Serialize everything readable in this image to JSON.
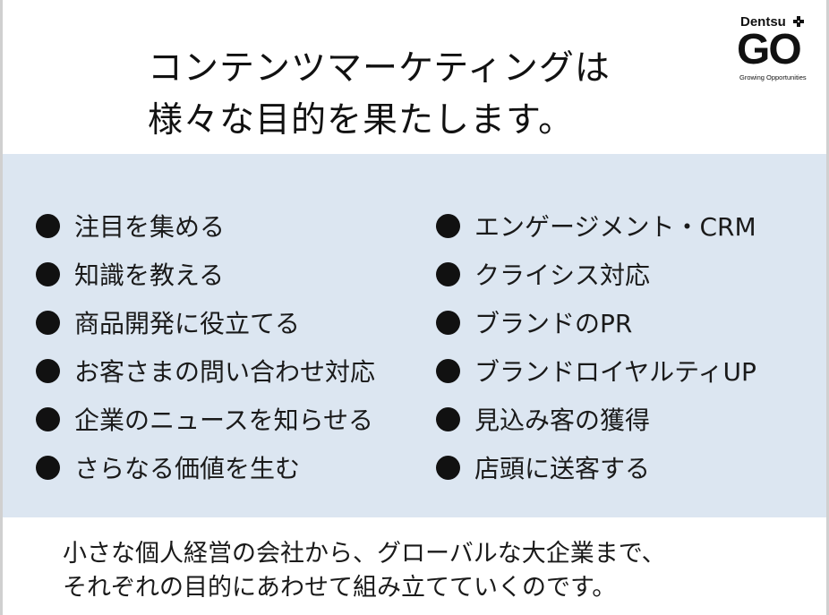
{
  "title": {
    "line1": "コンテンツマーケティングは",
    "line2": "様々な目的を果たします。"
  },
  "logo": {
    "brand": "Dentsu",
    "mark": "GO",
    "tagline": "Growing Opportunities"
  },
  "purposes": {
    "left": [
      "注目を集める",
      "知識を教える",
      "商品開発に役立てる",
      "お客さまの問い合わせ対応",
      "企業のニュースを知らせる",
      "さらなる価値を生む"
    ],
    "right": [
      "エンゲージメント・CRM",
      "クライシス対応",
      "ブランドのPR",
      "ブランドロイヤルティUP",
      "見込み客の獲得",
      "店頭に送客する"
    ]
  },
  "footer": {
    "line1": "小さな個人経営の会社から、グローバルな大企業まで、",
    "line2": "それぞれの目的にあわせて組み立てていくのです。"
  }
}
